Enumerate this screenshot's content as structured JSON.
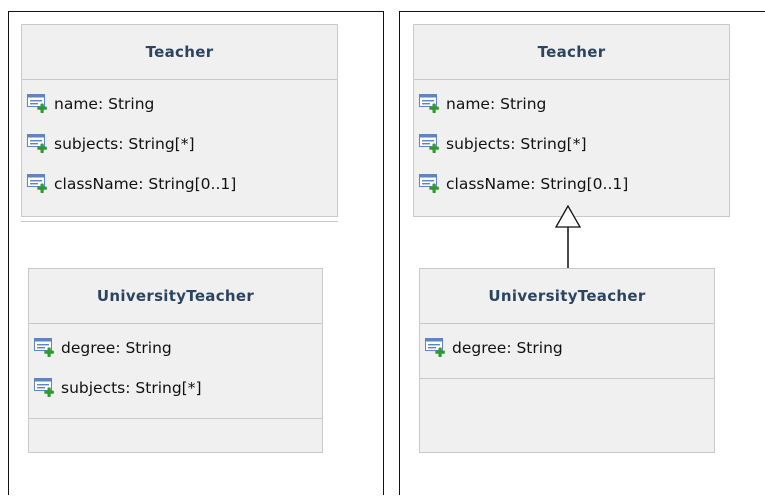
{
  "left_panel": {
    "teacher": {
      "name": "Teacher",
      "attributes": [
        "name: String",
        "subjects: String[*]",
        "className: String[0..1]"
      ]
    },
    "university_teacher": {
      "name": "UniversityTeacher",
      "attributes": [
        "degree: String",
        "subjects: String[*]"
      ]
    }
  },
  "right_panel": {
    "teacher": {
      "name": "Teacher",
      "attributes": [
        "name: String",
        "subjects: String[*]",
        "className: String[0..1]"
      ]
    },
    "university_teacher": {
      "name": "UniversityTeacher",
      "attributes": [
        "degree: String"
      ]
    },
    "relationship": "generalization"
  },
  "icons": {
    "attribute": "attribute-add-icon"
  },
  "colors": {
    "class_fill": "#f0f0f0",
    "class_border": "#c9c9c9",
    "class_name": "#2b4560",
    "icon_blue": "#5b86c2",
    "icon_green": "#2f9a2f"
  }
}
